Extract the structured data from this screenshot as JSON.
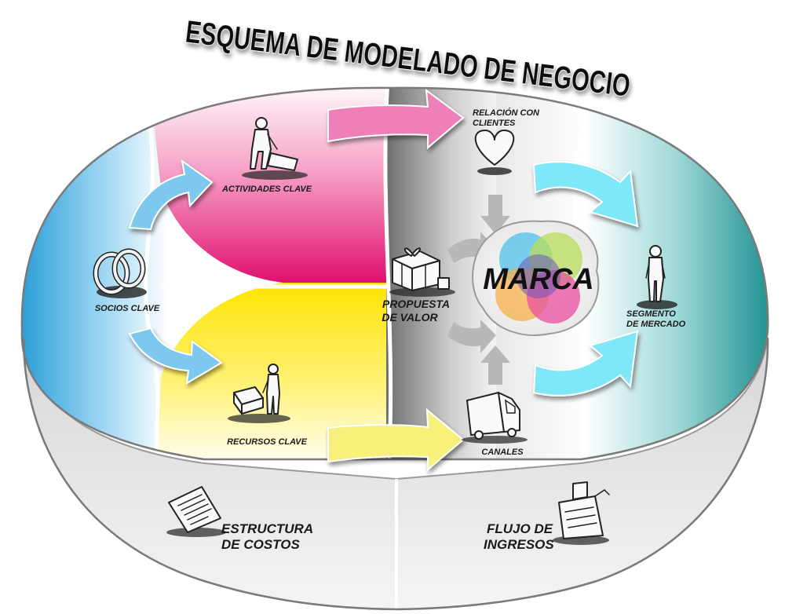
{
  "title": "ESQUEMA DE MODELADO DE NEGOCIO",
  "center": {
    "label": "MARCA"
  },
  "blocks": {
    "socios": {
      "label": "SOCIOS CLAVE",
      "color": "#1e9ed8"
    },
    "actividades": {
      "label": "ACTIVIDADES CLAVE",
      "color": "#e8147a"
    },
    "recursos": {
      "label": "RECURSOS CLAVE",
      "color": "#ffe600"
    },
    "propuesta": {
      "line1": "PROPUESTA",
      "line2": "DE VALOR",
      "color": "#8a8a8a"
    },
    "relacion": {
      "line1": "RELACIÓN CON",
      "line2": "CLIENTES"
    },
    "canales": {
      "label": "CANALES"
    },
    "segmento": {
      "line1": "SEGMENTO",
      "line2": "DE MERCADO",
      "color": "#0a8a8a"
    },
    "costos": {
      "line1": "ESTRUCTURA",
      "line2": "DE COSTOS"
    },
    "ingresos": {
      "line1": "FLUJO DE",
      "line2": "INGRESOS"
    }
  },
  "arrows": {
    "blue": "#7cc8ee",
    "pink": "#ee7fb8",
    "yellow": "#f7f07a",
    "cyan": "#7fe8f8",
    "grey": "#b8b8b8"
  },
  "icons": [
    "rings-icon",
    "worker-cleaning-icon",
    "gift-box-icon",
    "heart-icon",
    "truck-icon",
    "person-standing-icon",
    "worker-cart-icon",
    "document-icon",
    "cash-register-icon"
  ]
}
